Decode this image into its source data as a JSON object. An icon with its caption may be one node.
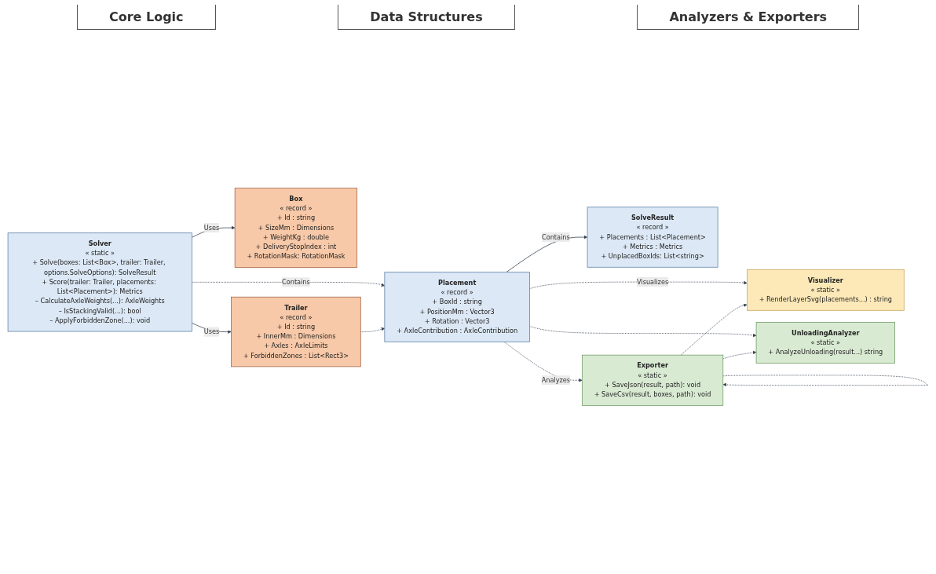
{
  "diagram": {
    "nodes": [
      {
        "text": [
          "Solver",
          "« static »",
          "+ Solve(boxes: List<Box>, trailer: Trailer, options.SolveOptions): SolveResult",
          "+ Score(trailer: Trailer, placements: List<Placement>): Metrics",
          "– CalculateAxleWeights(...): AxleWeights",
          "– IsStackingValid(...): bool",
          "– ApplyForbiddenZone(...): void"
        ]
      },
      {
        "text": [
          "Box",
          "« record »",
          "+ Id : string",
          "+ SizeMm : Dimensions",
          "+ WeightKg : double",
          "+ DeliveryStopIndex : int",
          "+ RotationMask: RotationMask"
        ]
      },
      {
        "text": [
          "Trailer",
          "« record »",
          "+ Id : string",
          "+ InnerMm : Dimensions",
          "+ Axles : AxleLimits",
          "+ ForbiddenZones : List<Rect3>"
        ]
      },
      {
        "text": [
          "Placement",
          "« record »",
          "+ BoxId : string",
          "+ PositionMm : Vector3",
          "+ Rotation : Vector3",
          "+ AxleContribution : AxleContribution"
        ]
      },
      {
        "text": [
          "SolveResult",
          "« record »",
          "+ Placements : List<Placement>",
          "+ Metrics : Metrics",
          "+ UnplacedBoxIds: List<string>"
        ]
      },
      {
        "text": [
          "Visualizer",
          "« static »",
          "+ RenderLayerSvg(placements...) : string"
        ]
      },
      {
        "text": [
          "UnloadingAnalyzer",
          "« static »",
          "+ AnalyzeUnloading(result...) string"
        ]
      },
      {
        "text": [
          "Exporter",
          "« static »",
          "+ SaveJson(result, path): void",
          "+ SaveCsv(result, boxes, path): void"
        ]
      }
    ],
    "edges": [
      {
        "from": 0,
        "to": 1,
        "arrow": "to",
        "label": "Uses"
      },
      {
        "from": 0,
        "to": 2,
        "arrow": "to",
        "label": "Uses"
      },
      {
        "from": 0,
        "to": 3,
        "arrow": "to",
        "label": "Contains",
        "style": "dashed"
      },
      {
        "from": 2,
        "to": 3,
        "arrow": "to",
        "style": "dashed"
      },
      {
        "from": 3,
        "to": 4,
        "arrow": "to",
        "label": "Contains"
      },
      {
        "from": 3,
        "to": 5,
        "arrow": "to",
        "label": "Visualizes",
        "style": "dashed"
      },
      {
        "from": 3,
        "to": 6,
        "arrow": "to",
        "style": "dashed"
      },
      {
        "from": 3,
        "to": 7,
        "arrow": "to",
        "label": "Analyzes",
        "style": "dashed"
      },
      {
        "from": 7,
        "to": 5,
        "arrow": "to",
        "style": "dashed"
      },
      {
        "from": 7,
        "to": 6,
        "arrow": "to",
        "style": "dashed"
      },
      {
        "from": 7,
        "to": 7,
        "arrow": "to",
        "style": "dashed"
      }
    ],
    "labels": [
      "Core Logic",
      "Data Structures",
      "Analyzers & Exporters"
    ]
  }
}
